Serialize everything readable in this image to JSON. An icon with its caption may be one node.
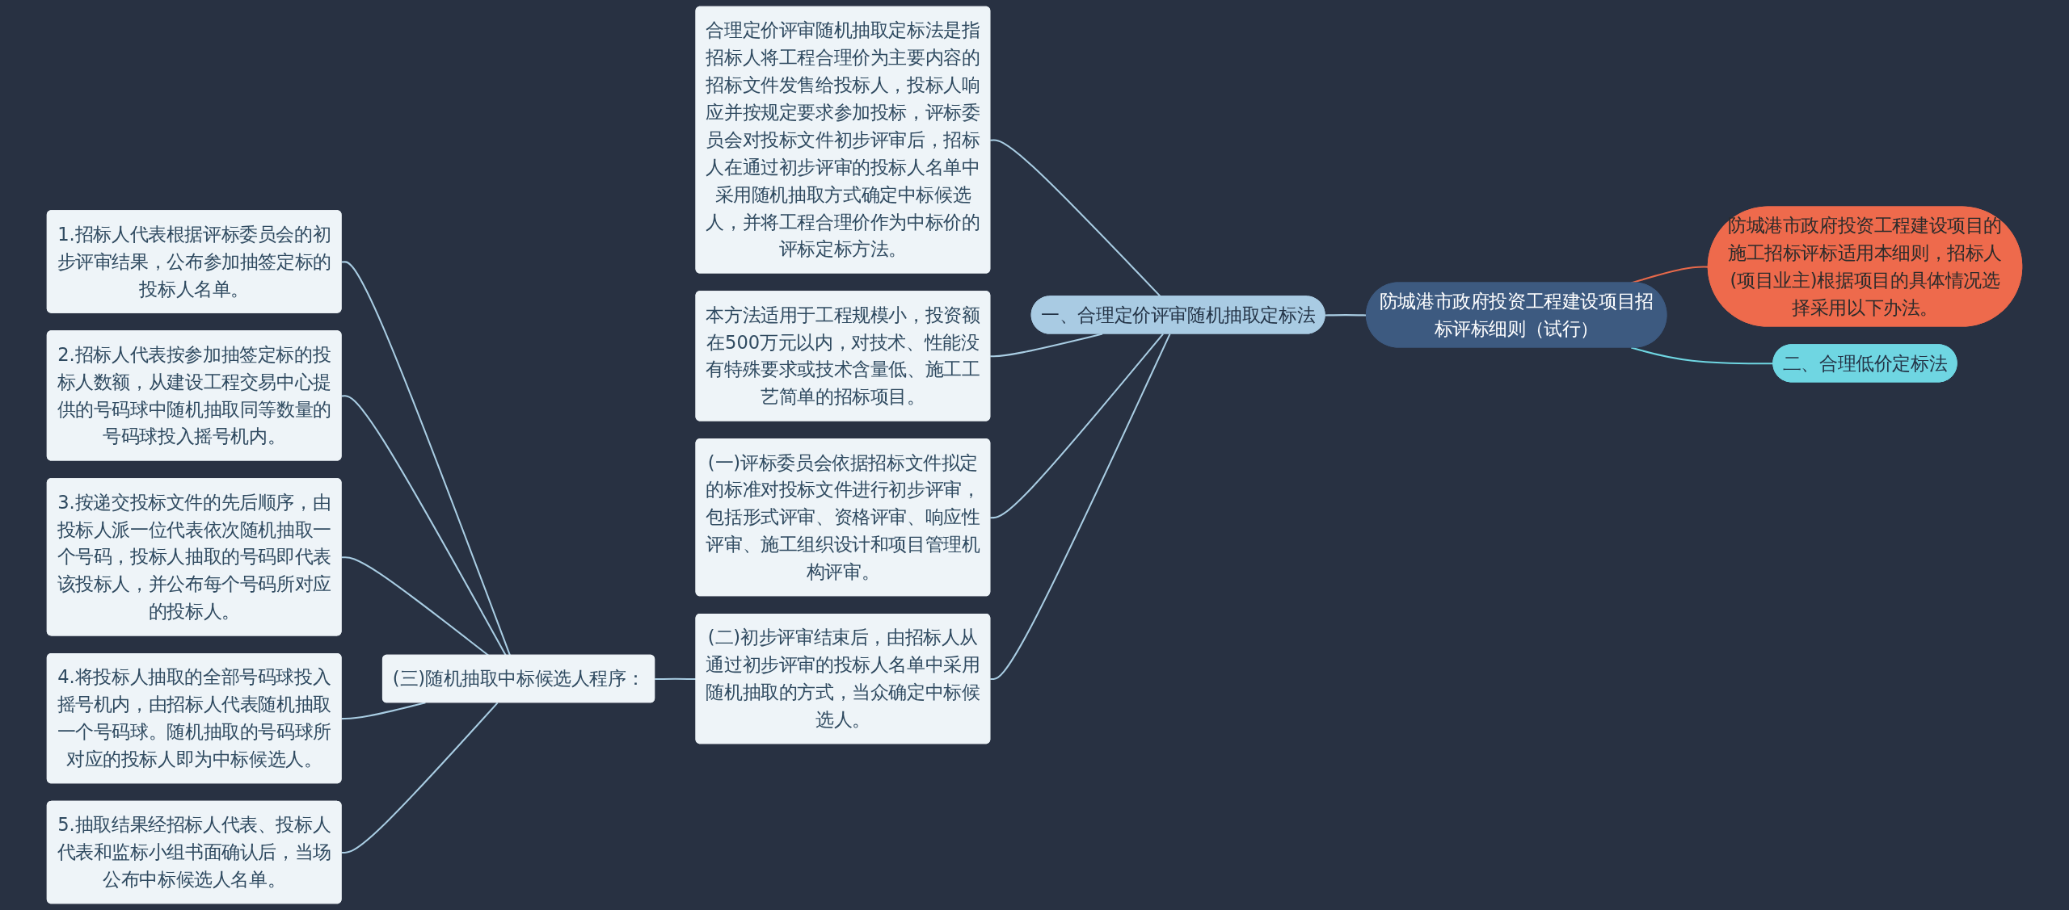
{
  "diagram": {
    "nodes": [
      {
        "text": [
          "防城港市政府投资工程建设项目招标评标细则（试行）"
        ]
      },
      {
        "text": [
          "防城港市政府投资工程建设项目的施工招标评标适用本细则，招标人(项目业主)根据项目的具体情况选择采用以下办法。"
        ]
      },
      {
        "text": [
          "二、合理低价定标法"
        ]
      },
      {
        "text": [
          "一、合理定价评审随机抽取定标法"
        ]
      },
      {
        "text": [
          "合理定价评审随机抽取定标法是指招标人将工程合理价为主要内容的招标文件发售给投标人，投标人响应并按规定要求参加投标，评标委员会对投标文件初步评审后，招标人在通过初步评审的投标人名单中采用随机抽取方式确定中标候选人，并将工程合理价作为中标价的评标定标方法。"
        ]
      },
      {
        "text": [
          "本方法适用于工程规模小，投资额在500万元以内，对技术、性能没有特殊要求或技术含量低、施工工艺简单的招标项目。"
        ]
      },
      {
        "text": [
          "(一)评标委员会依据招标文件拟定的标准对投标文件进行初步评审，包括形式评审、资格评审、响应性评审、施工组织设计和项目管理机构评审。"
        ]
      },
      {
        "text": [
          "(二)初步评审结束后，由招标人从通过初步评审的投标人名单中采用随机抽取的方式，当众确定中标候选人。"
        ]
      },
      {
        "text": [
          "(三)随机抽取中标候选人程序："
        ]
      },
      {
        "text": [
          "1.招标人代表根据评标委员会的初步评审结果，公布参加抽签定标的投标人名单。"
        ]
      },
      {
        "text": [
          "2.招标人代表按参加抽签定标的投标人数额，从建设工程交易中心提供的号码球中随机抽取同等数量的号码球投入摇号机内。"
        ]
      },
      {
        "text": [
          "3.按递交投标文件的先后顺序，由投标人派一位代表依次随机抽取一个号码，投标人抽取的号码即代表该投标人，并公布每个号码所对应的投标人。"
        ]
      },
      {
        "text": [
          "4.将投标人抽取的全部号码球投入摇号机内，由招标人代表随机抽取一个号码球。随机抽取的号码球所对应的投标人即为中标候选人。"
        ]
      },
      {
        "text": [
          "5.抽取结果经招标人代表、投标人代表和监标小组书面确认后，当场公布中标候选人名单。"
        ]
      }
    ],
    "edges": [
      {
        "from": 0,
        "to": 1,
        "arrow": "none",
        "color": "#e8694a"
      },
      {
        "from": 0,
        "to": 2,
        "arrow": "none",
        "color": "#6fd6e2"
      },
      {
        "from": 0,
        "to": 3,
        "arrow": "none"
      },
      {
        "from": 3,
        "to": 4,
        "arrow": "none"
      },
      {
        "from": 3,
        "to": 5,
        "arrow": "none"
      },
      {
        "from": 3,
        "to": 6,
        "arrow": "none"
      },
      {
        "from": 3,
        "to": 7,
        "arrow": "none"
      },
      {
        "from": 7,
        "to": 8,
        "arrow": "none"
      },
      {
        "from": 8,
        "to": 9,
        "arrow": "none"
      },
      {
        "from": 8,
        "to": 10,
        "arrow": "none"
      },
      {
        "from": 8,
        "to": 11,
        "arrow": "none"
      },
      {
        "from": 8,
        "to": 12,
        "arrow": "none"
      },
      {
        "from": 8,
        "to": 13,
        "arrow": "none"
      }
    ]
  }
}
